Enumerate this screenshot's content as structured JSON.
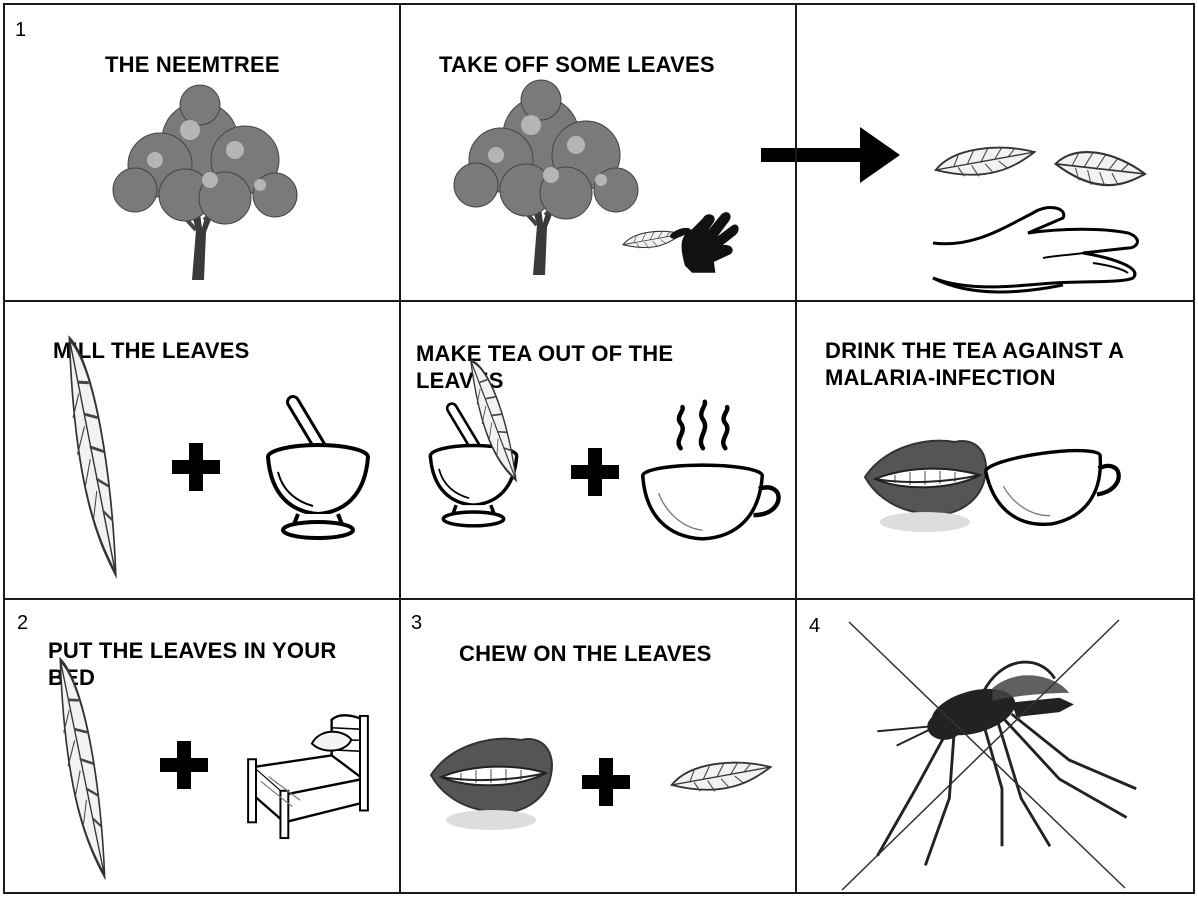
{
  "panels": [
    {
      "id": "p1",
      "number": "1",
      "title": "THE NEEMTREE"
    },
    {
      "id": "p2",
      "number": "",
      "title": "TAKE OFF SOME LEAVES"
    },
    {
      "id": "p3",
      "number": "",
      "title": ""
    },
    {
      "id": "p4",
      "number": "",
      "title": "MILL THE LEAVES"
    },
    {
      "id": "p5",
      "number": "",
      "title_lines": [
        "MAKE TEA OUT OF THE",
        "LEAVES"
      ]
    },
    {
      "id": "p6",
      "number": "",
      "title_lines": [
        "DRINK THE TEA AGAINST A",
        "MALARIA-INFECTION"
      ]
    },
    {
      "id": "p7",
      "number": "2",
      "title_lines": [
        "PUT THE LEAVES IN YOUR",
        "BED"
      ]
    },
    {
      "id": "p8",
      "number": "3",
      "title": "CHEW ON THE LEAVES"
    },
    {
      "id": "p9",
      "number": "4",
      "title": ""
    }
  ],
  "icons": {
    "plus": "plus-icon",
    "tree": "tree-icon",
    "leaf": "leaf-icon",
    "hand": "hand-icon",
    "mortar": "mortar-pestle-icon",
    "cup": "teacup-icon",
    "mouth": "mouth-icon",
    "bed": "bed-icon",
    "mosquito": "mosquito-icon",
    "arrow": "arrow-right-icon"
  }
}
